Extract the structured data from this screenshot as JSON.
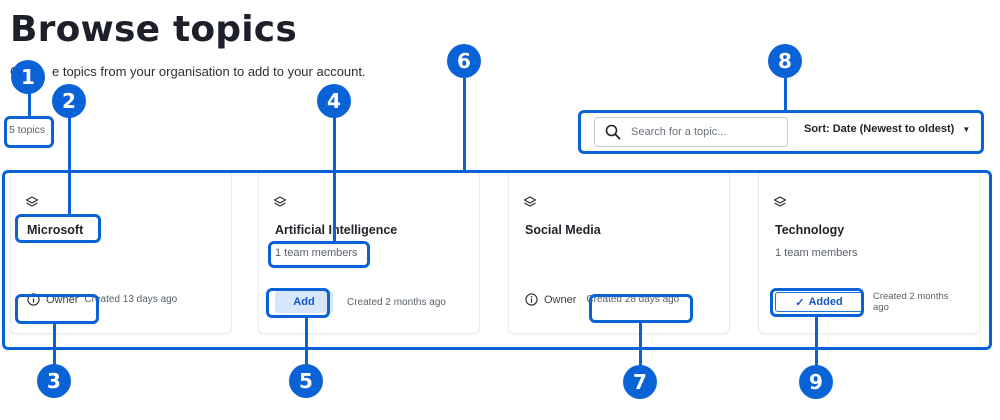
{
  "header": {
    "title": "Browse topics",
    "subtitle_lead": "Ch",
    "subtitle": "e topics from your organisation to add to your account."
  },
  "topics": {
    "count_label": "5 topics"
  },
  "search": {
    "placeholder": "Search for a topic..."
  },
  "sort": {
    "label": "Sort: Date (Newest to oldest)"
  },
  "cards": [
    {
      "title": "Microsoft",
      "members": "",
      "owner_label": "Owner",
      "created": "Created 13 days ago"
    },
    {
      "title": "Artificial Intelligence",
      "members": "1 team members",
      "add_label": "Add",
      "created": "Created 2 months ago"
    },
    {
      "title": "Social Media",
      "members": "",
      "owner_label": "Owner",
      "created": "Created 28 days ago"
    },
    {
      "title": "Technology",
      "members": "1 team members",
      "added_label": "Added",
      "created_line1": "Created 2 months",
      "created_line2": "ago"
    }
  ],
  "annotations": {
    "n1": "1",
    "n2": "2",
    "n3": "3",
    "n4": "4",
    "n5": "5",
    "n6": "6",
    "n7": "7",
    "n8": "8",
    "n9": "9"
  },
  "colors": {
    "accent": "#0a63d6",
    "button_bg": "#d6e6fb",
    "button_text": "#1358c4"
  }
}
